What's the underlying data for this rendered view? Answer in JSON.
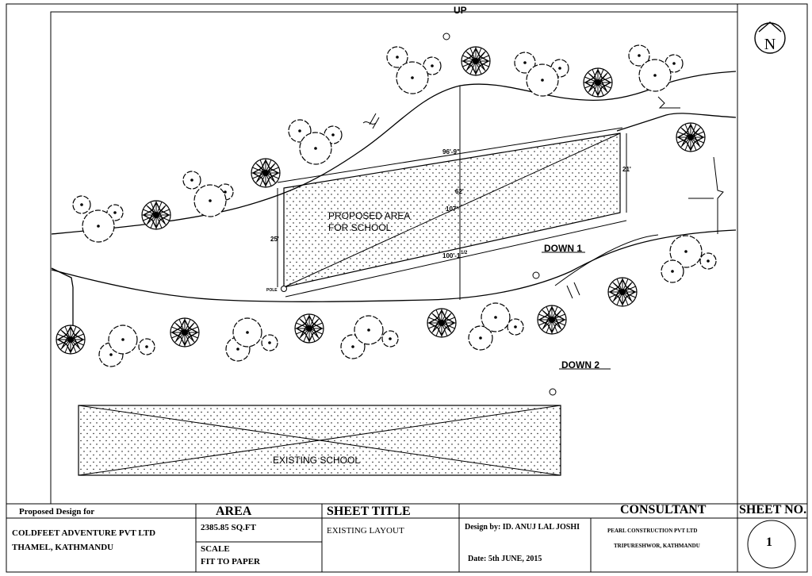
{
  "plan": {
    "up_label": "UP",
    "down1_label": "DOWN 1",
    "down2_label": "DOWN 2",
    "proposed_area_label_1": "PROPOSED AREA",
    "proposed_area_label_2": "FOR SCHOOL",
    "existing_school_label": "EXISTING SCHOOL",
    "pole_label": "POLE",
    "dimensions": {
      "top": "96'-9\"",
      "center": "62'",
      "diagonal": "107'",
      "right": "21'",
      "left": "25'",
      "bottom": "100'-1",
      "bottom_fraction": "1/2"
    },
    "north_symbol": "N"
  },
  "title_block": {
    "proposed_design_for": "Proposed Design for",
    "client_line_1": "COLDFEET ADVENTURE PVT LTD",
    "client_line_2": "THAMEL, KATHMANDU",
    "area_heading": "AREA",
    "area_value": "2385.85 SQ.FT",
    "scale_heading": "SCALE",
    "scale_value": "FIT TO PAPER",
    "sheet_title_heading": "SHEET TITLE",
    "sheet_title_value": "EXISTING LAYOUT",
    "design_by": "Design by: ID. ANUJ LAL JOSHI",
    "date": "Date: 5th JUNE, 2015",
    "consultant_heading": "CONSULTANT",
    "consultant_line_1": "PEARL CONSTRUCTION PVT LTD",
    "consultant_line_2": "TRIPURESHWOR, KATHMANDU",
    "sheet_no_heading": "SHEET NO.",
    "sheet_no_value": "1"
  }
}
